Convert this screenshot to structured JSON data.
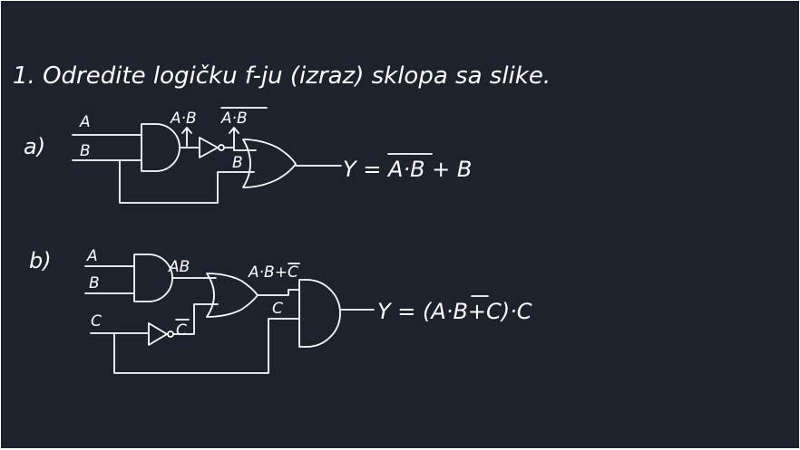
{
  "title": "1. Odredite logičku f-ju (izraz) sklopa sa slike.",
  "parts": {
    "a": {
      "label": "a)",
      "input_a": "A",
      "input_b": "B",
      "and_out": "A·B",
      "not_out": "A·B",
      "feedback": "B",
      "result": "Y = A·B + B"
    },
    "b": {
      "label": "b)",
      "input_a": "A",
      "input_b": "B",
      "input_c": "C",
      "and_out": "AB",
      "not_out": "C",
      "or_out": "A·B+C",
      "feedback": "C",
      "result": "Y = (A·B+C)·C"
    }
  },
  "colors": {
    "background": "#1e222d",
    "ink": "#ffffff"
  }
}
